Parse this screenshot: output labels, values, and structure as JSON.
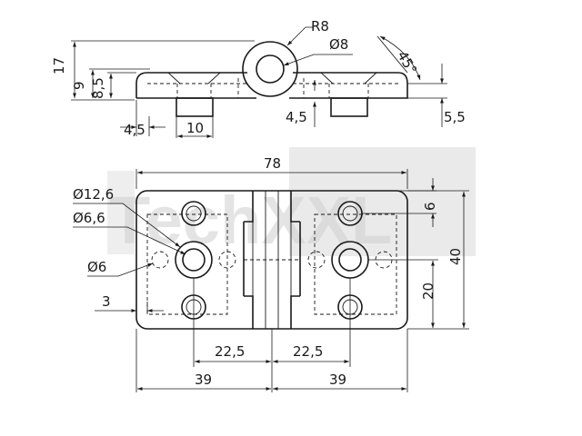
{
  "watermark": {
    "text": "TechXXL",
    "color": "#cfcfcf"
  },
  "side_view": {
    "r8": "R8",
    "d8": "Ø8",
    "angle": "45°",
    "h17": "17",
    "h9": "9",
    "h8_5": "8,5",
    "w4_5_left": "4,5",
    "w10": "10",
    "h4_5_mid": "4,5",
    "h5_5": "5,5"
  },
  "top_view": {
    "w78": "78",
    "d12_6": "Ø12,6",
    "d6_6": "Ø6,6",
    "d6": "Ø6",
    "w3": "3",
    "h6": "6",
    "h40": "40",
    "h20": "20",
    "w22_5_left": "22,5",
    "w22_5_right": "22,5",
    "w39_left": "39",
    "w39_right": "39"
  }
}
